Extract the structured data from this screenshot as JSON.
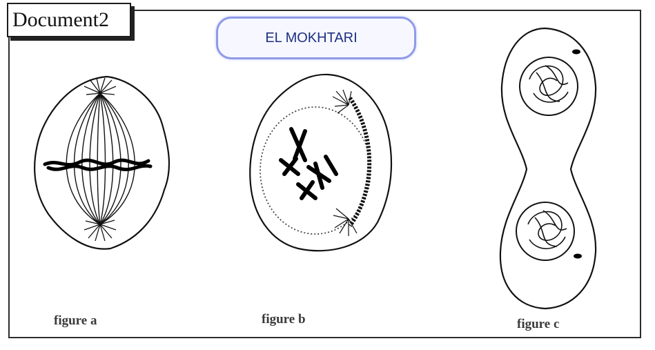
{
  "document_label": "Document2",
  "author": "EL MOKHTARI",
  "figures": [
    {
      "caption": "figure a"
    },
    {
      "caption": "figure b"
    },
    {
      "caption": "figure c"
    }
  ]
}
